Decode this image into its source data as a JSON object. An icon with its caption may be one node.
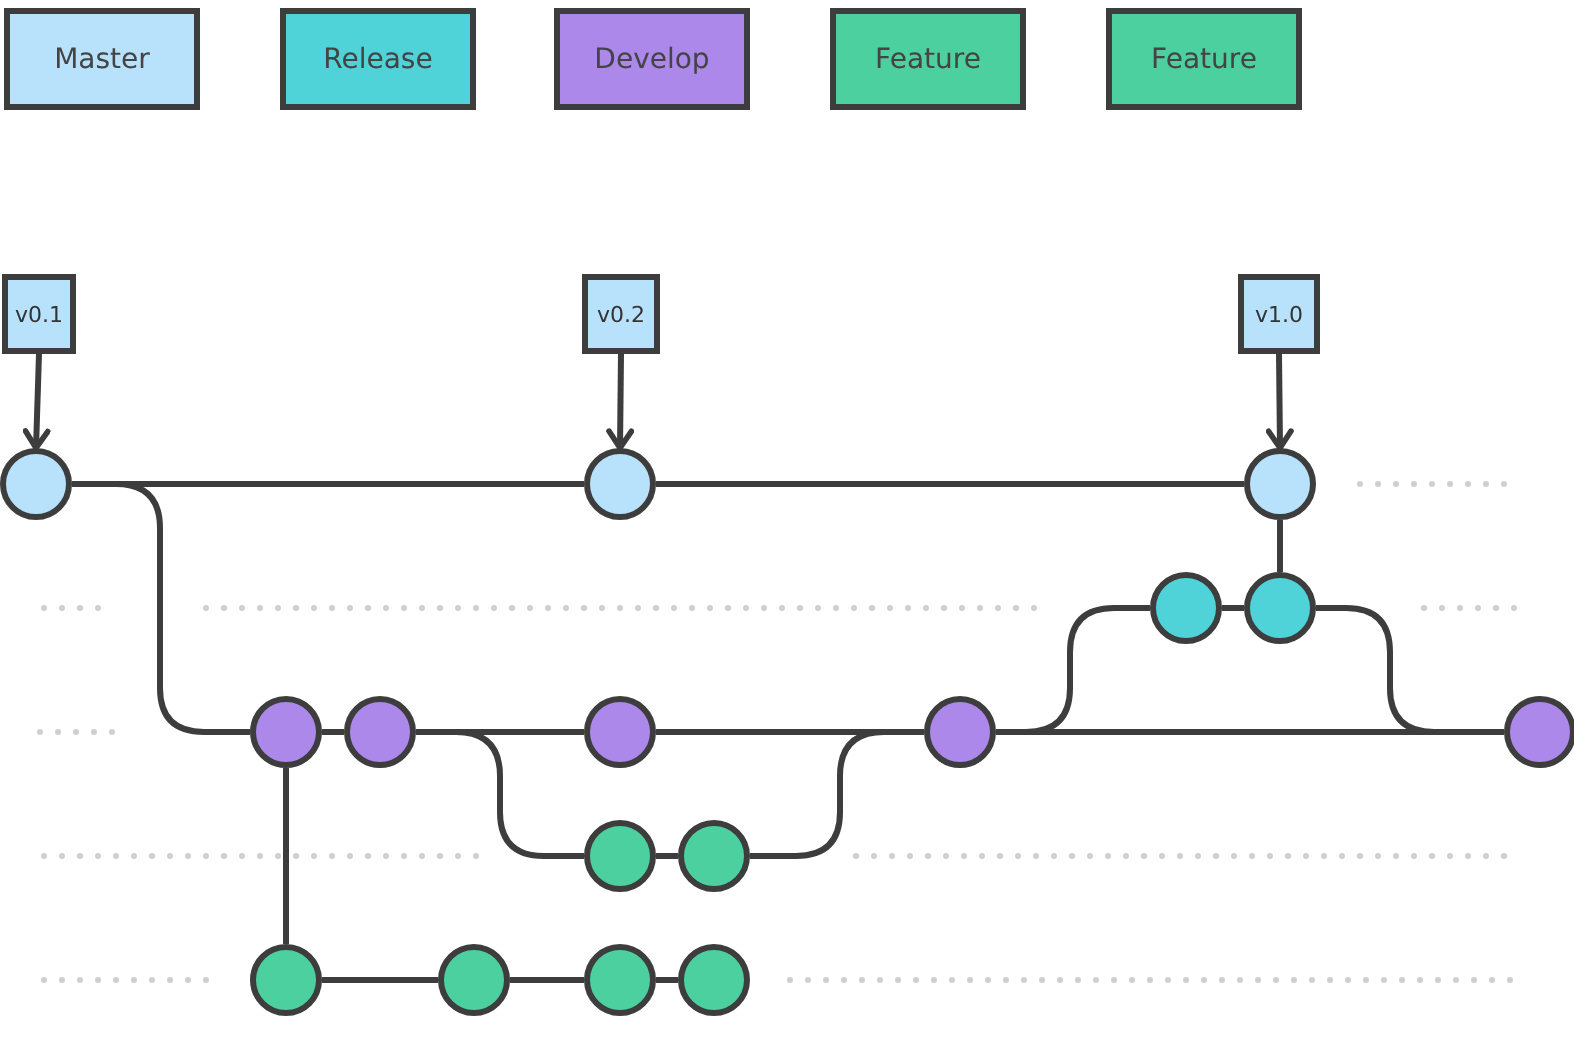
{
  "diagram": {
    "nodes": [
      {
        "text": [
          "v0.1"
        ]
      },
      {
        "text": [
          "v0.2"
        ]
      },
      {
        "text": [
          "v1.0"
        ]
      },
      {
        "text": [],
        "shape": "circle"
      },
      {
        "text": [],
        "shape": "circle"
      },
      {
        "text": [],
        "shape": "circle"
      },
      {
        "text": [],
        "shape": "circle"
      },
      {
        "text": [],
        "shape": "circle"
      },
      {
        "text": [],
        "shape": "circle"
      },
      {
        "text": [],
        "shape": "circle"
      },
      {
        "text": [],
        "shape": "circle"
      },
      {
        "text": [],
        "shape": "circle"
      },
      {
        "text": [],
        "shape": "circle"
      },
      {
        "text": [],
        "shape": "circle"
      },
      {
        "text": [],
        "shape": "circle"
      },
      {
        "text": [],
        "shape": "circle"
      },
      {
        "text": [],
        "shape": "circle"
      },
      {
        "text": [],
        "shape": "circle"
      },
      {
        "text": [],
        "shape": "circle"
      }
    ],
    "edges": [
      {
        "from": 0,
        "to": 3,
        "arrow": "to"
      },
      {
        "from": 1,
        "to": 4,
        "arrow": "to"
      },
      {
        "from": 2,
        "to": 5,
        "arrow": "to"
      },
      {
        "from": 3,
        "to": 4,
        "arrow": "none"
      },
      {
        "from": 4,
        "to": 5,
        "arrow": "none"
      },
      {
        "from": 3,
        "to": 8,
        "arrow": "none"
      },
      {
        "from": 8,
        "to": 9,
        "arrow": "none"
      },
      {
        "from": 9,
        "to": 10,
        "arrow": "none"
      },
      {
        "from": 10,
        "to": 11,
        "arrow": "none"
      },
      {
        "from": 11,
        "to": 12,
        "arrow": "none"
      },
      {
        "from": 8,
        "to": 15,
        "arrow": "none"
      },
      {
        "from": 15,
        "to": 16,
        "arrow": "none"
      },
      {
        "from": 16,
        "to": 17,
        "arrow": "none"
      },
      {
        "from": 17,
        "to": 18,
        "arrow": "none"
      },
      {
        "from": 9,
        "to": 13,
        "arrow": "none"
      },
      {
        "from": 13,
        "to": 14,
        "arrow": "none"
      },
      {
        "from": 14,
        "to": 11,
        "arrow": "none"
      },
      {
        "from": 11,
        "to": 6,
        "arrow": "none"
      },
      {
        "from": 6,
        "to": 7,
        "arrow": "none"
      },
      {
        "from": 7,
        "to": 5,
        "arrow": "none"
      },
      {
        "from": 7,
        "to": 12,
        "arrow": "none"
      }
    ],
    "legend": [
      {
        "text": "Master",
        "color": "#b8e2fc"
      },
      {
        "text": "Release",
        "color": "#4fd3d8"
      },
      {
        "text": "Develop",
        "color": "#ab88e9"
      },
      {
        "text": "Feature",
        "color": "#4dd0a0"
      },
      {
        "text": "Feature",
        "color": "#4dd0a0"
      }
    ]
  }
}
